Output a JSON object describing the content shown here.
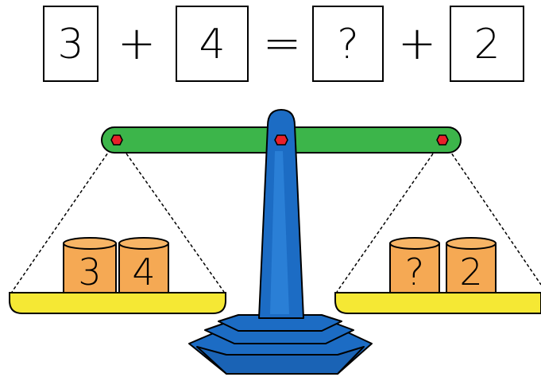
{
  "equation": {
    "left_a": "3",
    "plus_1": "+",
    "left_b": "4",
    "equals": "=",
    "right_a": "?",
    "plus_2": "+",
    "right_b": "2"
  },
  "left_pan": {
    "cylinders": [
      "3",
      "4"
    ]
  },
  "right_pan": {
    "cylinders": [
      "?",
      "2"
    ]
  },
  "colors": {
    "beam": "#3cb54a",
    "pan": "#f5e834",
    "stand": "#1c6cc4",
    "cylinder": "#f5a954",
    "pivot": "#e8202a"
  }
}
